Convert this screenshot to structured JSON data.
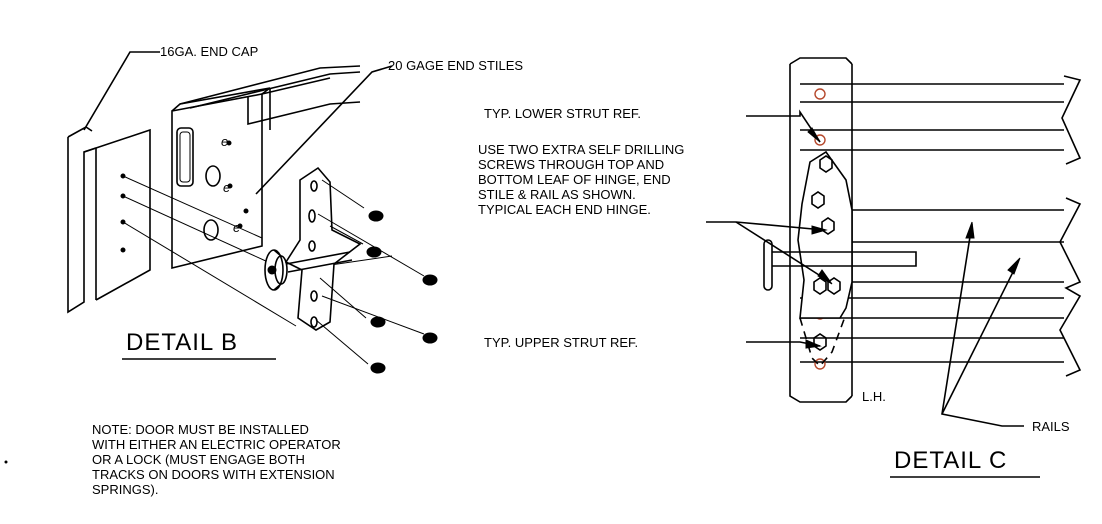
{
  "detail_b": {
    "title": "DETAIL B",
    "end_cap_label": "16GA. END CAP",
    "end_stiles_label": "20 GAGE END STILES"
  },
  "detail_c": {
    "title": "DETAIL C",
    "lower_strut_label": "TYP. LOWER STRUT REF.",
    "screws_note": [
      "USE TWO EXTRA SELF DRILLING",
      "SCREWS THROUGH TOP AND",
      "BOTTOM LEAF OF HINGE, END",
      "STILE & RAIL AS SHOWN.",
      "TYPICAL EACH END HINGE."
    ],
    "upper_strut_label": "TYP. UPPER STRUT REF.",
    "hand_label": "L.H.",
    "rails_label": "RAILS"
  },
  "note": [
    "NOTE: DOOR MUST BE INSTALLED",
    "WITH EITHER AN ELECTRIC OPERATOR",
    "OR A LOCK (MUST ENGAGE BOTH",
    "TRACKS ON DOORS WITH EXTENSION",
    "SPRINGS)."
  ]
}
